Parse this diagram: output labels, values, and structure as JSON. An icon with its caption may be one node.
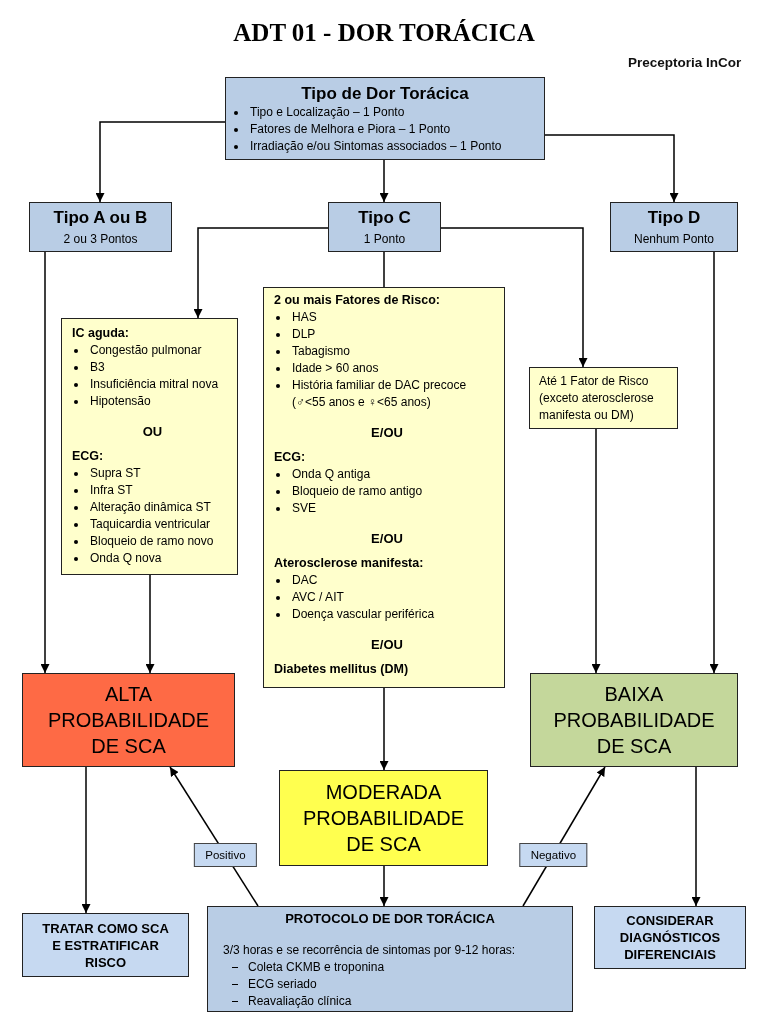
{
  "diagram": {
    "title": "ADT 01 - DOR TORÁCICA",
    "nodes": [
      {
        "text": [
          "Tipo de Dor Torácica",
          "Tipo e Localização – 1 Ponto",
          "Fatores de Melhora e Piora – 1 Ponto",
          "Irradiação e/ou Sintomas associados – 1 Ponto"
        ]
      },
      {
        "text": [
          "Tipo A ou B",
          "2 ou 3 Pontos"
        ]
      },
      {
        "text": [
          "Tipo C",
          "1 Ponto"
        ]
      },
      {
        "text": [
          "Tipo D",
          "Nenhum Ponto"
        ]
      },
      {
        "text": [
          "IC aguda:",
          "Congestão pulmonar",
          "B3",
          "Insuficiência mitral nova",
          "Hipotensão",
          "OU",
          "ECG:",
          "Supra ST",
          "Infra ST",
          "Alteração dinâmica ST",
          "Taquicardia ventricular",
          "Bloqueio de ramo novo",
          "Onda Q nova"
        ]
      },
      {
        "text": [
          "2 ou mais Fatores de Risco:",
          "HAS",
          "DLP",
          "Tabagismo",
          "Idade > 60 anos",
          "História familiar de DAC precoce (♂<55 anos e ♀<65 anos)",
          "E/OU",
          "ECG:",
          "Onda Q antiga",
          "Bloqueio de ramo antigo",
          "SVE",
          "E/OU",
          "Aterosclerose manifesta:",
          "DAC",
          "AVC / AIT",
          "Doença vascular periférica",
          "E/OU",
          "Diabetes mellitus (DM)"
        ]
      },
      {
        "text": [
          "Até 1 Fator de Risco (exceto aterosclerose manifesta ou DM)"
        ]
      },
      {
        "text": [
          "ALTA PROBABILIDADE DE SCA"
        ]
      },
      {
        "text": [
          "BAIXA PROBABILIDADE DE SCA"
        ]
      },
      {
        "text": [
          "MODERADA PROBABILIDADE DE SCA"
        ]
      },
      {
        "text": [
          "TRATAR COMO SCA E ESTRATIFICAR RISCO"
        ]
      },
      {
        "text": [
          "PROTOCOLO DE DOR TORÁCICA",
          "3/3 horas e se recorrência de sintomas por 9-12 horas:",
          "Coleta CKMB e troponina",
          "ECG seriado",
          "Reavaliação clínica"
        ]
      },
      {
        "text": [
          "CONSIDERAR DIAGNÓSTICOS DIFERENCIAIS"
        ]
      }
    ],
    "edges": [
      {
        "from": 0,
        "to": 1,
        "arrow": "to"
      },
      {
        "from": 0,
        "to": 2,
        "arrow": "to"
      },
      {
        "from": 0,
        "to": 3,
        "arrow": "to"
      },
      {
        "from": 1,
        "to": 7,
        "arrow": "to"
      },
      {
        "from": 2,
        "to": 4,
        "arrow": "to"
      },
      {
        "from": 2,
        "to": 5,
        "arrow": "none"
      },
      {
        "from": 2,
        "to": 6,
        "arrow": "to"
      },
      {
        "from": 4,
        "to": 7,
        "arrow": "to"
      },
      {
        "from": 5,
        "to": 9,
        "arrow": "to"
      },
      {
        "from": 3,
        "to": 8,
        "arrow": "to"
      },
      {
        "from": 6,
        "to": 8,
        "arrow": "to"
      },
      {
        "from": 7,
        "to": 10,
        "arrow": "to"
      },
      {
        "from": 9,
        "to": 11,
        "arrow": "to"
      },
      {
        "from": 11,
        "to": 7,
        "arrow": "to",
        "label": "Positivo"
      },
      {
        "from": 11,
        "to": 8,
        "arrow": "to",
        "label": "Negativo"
      },
      {
        "from": 8,
        "to": 12,
        "arrow": "to"
      }
    ],
    "labels": [
      "Preceptoria InCor"
    ]
  }
}
